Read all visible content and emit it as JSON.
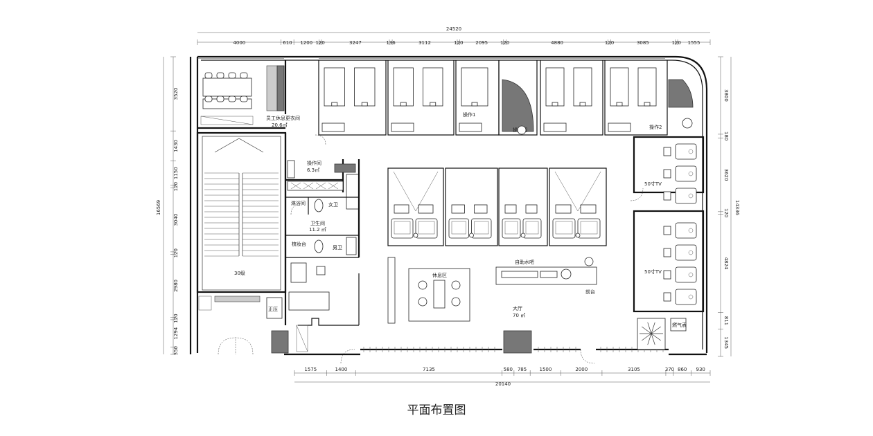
{
  "title": "平面布置图",
  "dimensions": {
    "top_total": "24520",
    "top_segments": [
      "4000",
      "610",
      "1200",
      "120",
      "3247",
      "136",
      "3112",
      "120",
      "2095",
      "120",
      "4880",
      "120",
      "3085",
      "120",
      "1555"
    ],
    "bottom_total": "20140",
    "bottom_segments": [
      "1575",
      "1400",
      "7135",
      "580",
      "785",
      "1500",
      "2000",
      "3105",
      "370",
      "860",
      "930"
    ],
    "left_total": "16569",
    "left_segments": [
      "3520",
      "1430",
      "1150",
      "120",
      "3040",
      "120",
      "2980",
      "120",
      "1294",
      "350"
    ],
    "right_total": "14336",
    "right_segments": [
      "3800",
      "180",
      "3620",
      "120",
      "4824",
      "811",
      "1345"
    ]
  },
  "rooms": {
    "staff_room": "员工休息更衣间",
    "staff_area": "20.6㎡",
    "operation_room": "操作间",
    "operation_area": "6.3㎡",
    "wc_room": "卫生间",
    "wc_area": "11.2 ㎡",
    "shower": "淋浴间",
    "female_wc": "女卫",
    "male_wc": "男卫",
    "dresser": "梳妆台",
    "lounge": "休息区",
    "water_bar": "自助水吧",
    "reception": "前台",
    "hall": "大厅",
    "hall_area": "70 ㎡",
    "pressure": "正压",
    "operation_1": "操作1",
    "operation_2": "操作2",
    "operation_3": "操作间",
    "gas_room": "燃气表",
    "tv_label": "50寸TV",
    "stair_label": "30级"
  }
}
